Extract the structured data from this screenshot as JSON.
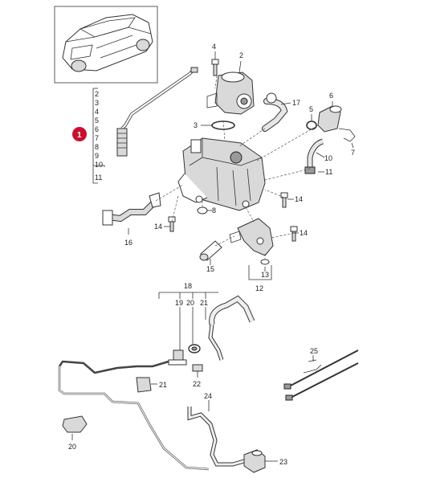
{
  "colors": {
    "highlight": "#c8102e",
    "ink": "#333333",
    "part_fill": "#d9d9d9"
  },
  "highlight": {
    "label": "1"
  },
  "group_list": {
    "items": [
      "2",
      "3",
      "4",
      "5",
      "6",
      "7",
      "8",
      "9",
      "10"
    ],
    "footer": "11"
  },
  "labels": {
    "l2": "2",
    "l3": "3",
    "l4": "4",
    "l5": "5",
    "l6": "6",
    "l7": "7",
    "l8": "8",
    "l10": "10",
    "l11": "11",
    "l12": "12",
    "l13": "13",
    "l14a": "14",
    "l14b": "14",
    "l14c": "14",
    "l15": "15",
    "l16": "16",
    "l17": "17",
    "l18": "18",
    "l19": "19",
    "l20": "20",
    "l21top": "21",
    "l22": "22",
    "l21": "21",
    "l20b": "20",
    "l23": "23",
    "l24": "24",
    "l25": "25"
  }
}
